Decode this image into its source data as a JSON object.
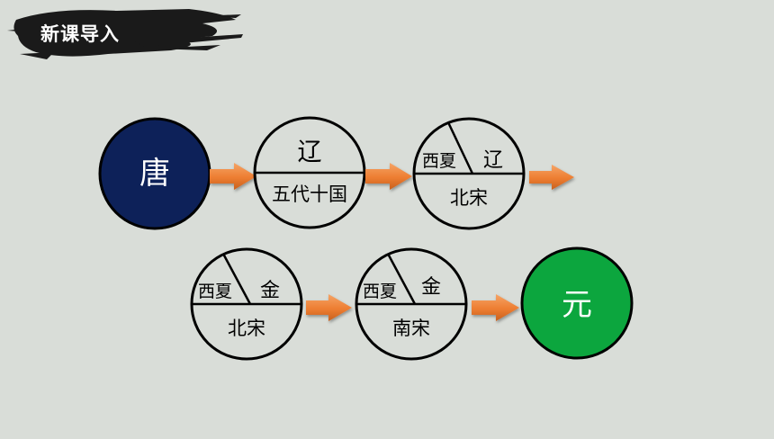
{
  "header": {
    "title": "新课导入"
  },
  "nodes": {
    "tang": "唐",
    "n2": {
      "top": "辽",
      "bottom": "五代十国"
    },
    "n3": {
      "top_left": "西夏",
      "top_right": "辽",
      "bottom": "北宋"
    },
    "n4": {
      "top_left": "西夏",
      "top_right": "金",
      "bottom": "北宋"
    },
    "n5": {
      "top_left": "西夏",
      "top_right": "金",
      "bottom": "南宋"
    },
    "yuan": "元"
  },
  "colors": {
    "background": "#d9ddd8",
    "brush": "#1a1a1a",
    "tang_fill": "#0d2159",
    "yuan_fill": "#0ca63e",
    "arrow": "#ed7d31",
    "outline": "#000000"
  }
}
